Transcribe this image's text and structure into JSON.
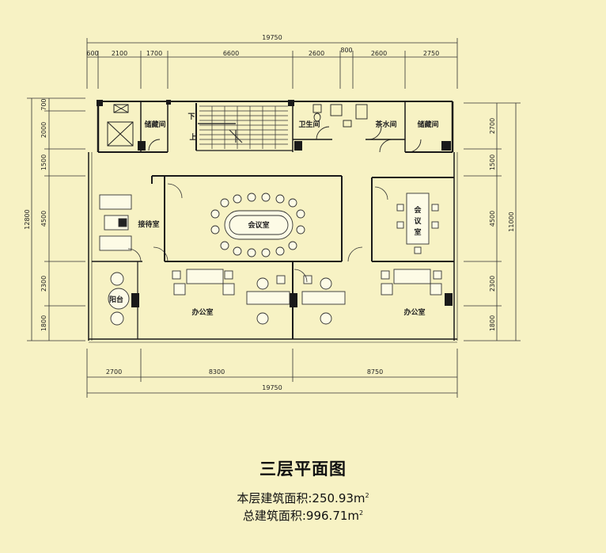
{
  "dimensions": {
    "total_width": "19750",
    "top_segments": [
      "600",
      "2100",
      "1700",
      "6600",
      "2600",
      "800",
      "2600",
      "2750"
    ],
    "bottom_segments": [
      "2700",
      "8300",
      "8750"
    ],
    "left_total": "12800",
    "left_segments": [
      "700",
      "2000",
      "1500",
      "4500",
      "2300",
      "1800"
    ],
    "right_total": "11000",
    "right_segments": [
      "2700",
      "1500",
      "4500",
      "2300",
      "1800"
    ]
  },
  "rooms": {
    "storage_left": "储藏间",
    "stair_down": "下",
    "stair_up": "上",
    "restroom": "卫生间",
    "tea_room": "茶水间",
    "storage_right": "储藏间",
    "reception": "接待室",
    "meeting_large": "会议室",
    "meeting_small_1": "会",
    "meeting_small_2": "议",
    "meeting_small_3": "室",
    "balcony": "阳台",
    "office_left": "办公室",
    "office_right": "办公室"
  },
  "title": "三层平面图",
  "floor_area_label": "本层建筑面积:250.93m",
  "total_area_label": "总建筑面积:996.71m",
  "area_superscript": "2",
  "colors": {
    "background": "#f7f2c4",
    "wall": "#1a1a1a",
    "line": "#333333"
  }
}
